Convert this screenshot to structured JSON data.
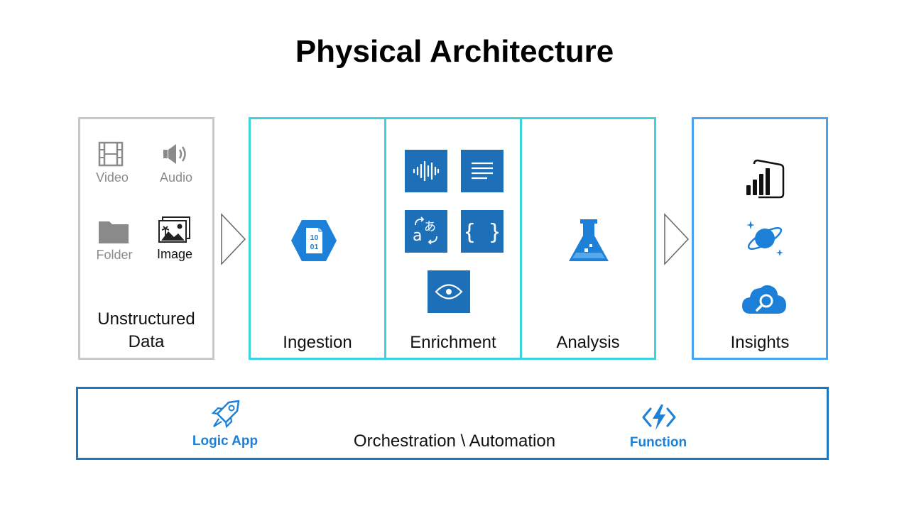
{
  "title": "Physical Architecture",
  "sources": {
    "video": "Video",
    "audio": "Audio",
    "folder": "Folder",
    "image": "Image",
    "label_line1": "Unstructured",
    "label_line2": "Data"
  },
  "stages": {
    "ingestion": "Ingestion",
    "enrichment": "Enrichment",
    "analysis": "Analysis",
    "insights": "Insights"
  },
  "orchestration": {
    "label": "Orchestration \\ Automation",
    "logic_app": "Logic App",
    "function": "Function"
  },
  "colors": {
    "pipeline_border": "#3ad3e0",
    "insights_border": "#4aa3ee",
    "orchestration_border": "#1a78c2",
    "unstructured_border": "#c8c8c8",
    "accent_blue": "#1c80d8",
    "tile_blue": "#1d6fb8"
  },
  "icons": {
    "sources": [
      "video-icon",
      "audio-icon",
      "folder-icon",
      "image-icon"
    ],
    "ingestion": "binary-data-icon",
    "enrichment": [
      "speech-icon",
      "text-lines-icon",
      "translator-icon",
      "json-braces-icon",
      "vision-eye-icon"
    ],
    "analysis": "flask-icon",
    "insights": [
      "power-bi-icon",
      "cosmos-planet-icon",
      "cloud-search-icon"
    ],
    "orchestration": [
      "logic-app-rocket-icon",
      "function-bolt-icon"
    ]
  }
}
